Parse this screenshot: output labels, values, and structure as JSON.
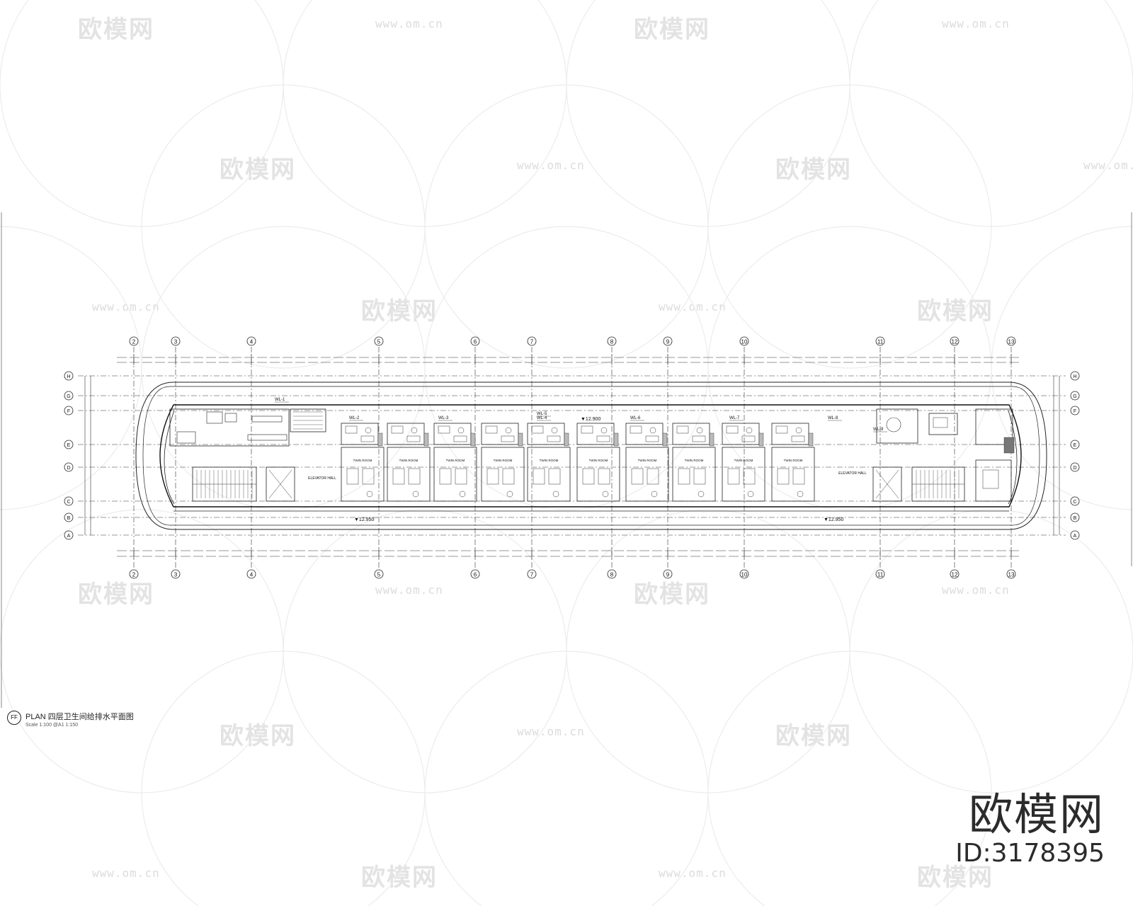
{
  "watermark": {
    "brand_text": "欧模网",
    "url_text": "www.om.cn"
  },
  "plan": {
    "grid_columns": [
      "2",
      "3",
      "4",
      "5",
      "6",
      "7",
      "8",
      "9",
      "10",
      "11",
      "12",
      "13"
    ],
    "grid_rows_left": [
      "H",
      "G",
      "F",
      "E",
      "D",
      "C",
      "B",
      "A"
    ],
    "grid_rows_right": [
      "H",
      "G",
      "F",
      "E",
      "D",
      "C",
      "B",
      "A"
    ],
    "level_marks": [
      "▼12.900",
      "▼12.950",
      "▼12.950"
    ],
    "tags": [
      "WL-1",
      "WL-2",
      "WL-3",
      "WL-4",
      "WL-5",
      "WL-6",
      "WL-7",
      "WL-8",
      "WL-9"
    ],
    "room_labels": [
      "TWIN ROOM",
      "TWIN ROOM",
      "TWIN ROOM",
      "TWIN ROOM",
      "TWIN ROOM",
      "TWIN ROOM",
      "TWIN ROOM",
      "TWIN ROOM",
      "TWIN ROOM",
      "TWIN ROOM"
    ],
    "hall_labels": [
      "ELEVATOR HALL",
      "ELEVATOR HALL"
    ]
  },
  "title_block": {
    "mark": "FF",
    "title": "PLAN 四层卫生间给排水平面图",
    "scale": "Scale 1:100 @A1 1:150"
  },
  "brand": {
    "name": "欧模网",
    "id": "ID:3178395"
  }
}
